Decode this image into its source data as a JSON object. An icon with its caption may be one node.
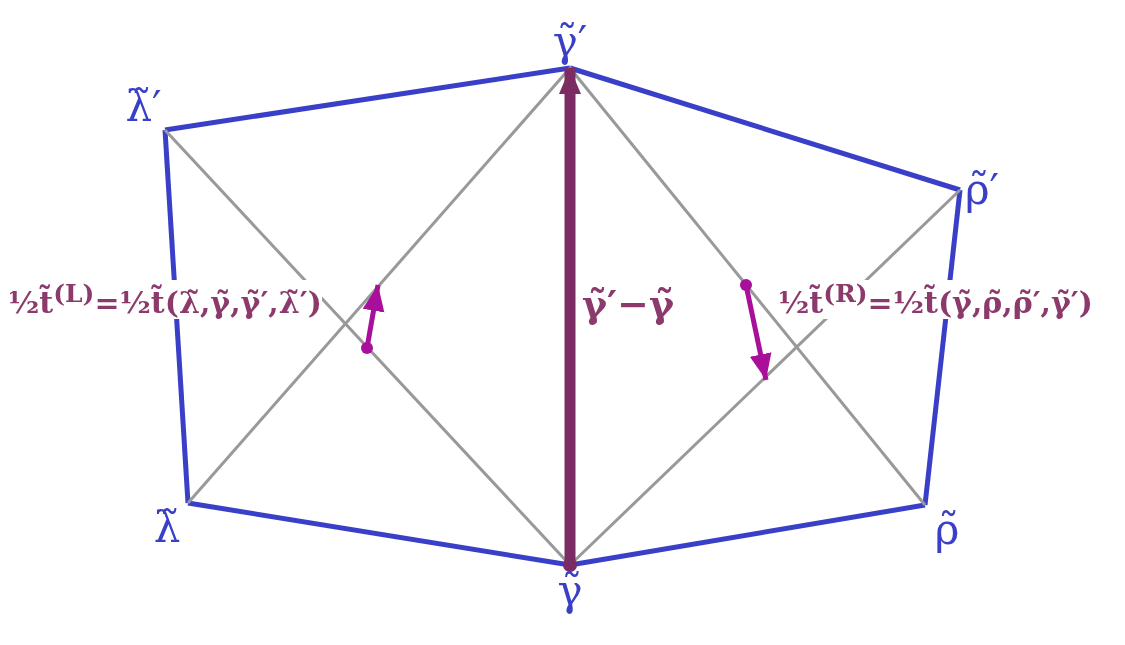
{
  "diagram": {
    "nodes": [
      {
        "text": [
          "λ̃′"
        ]
      },
      {
        "text": [
          "γ̃′"
        ]
      },
      {
        "text": [
          "ρ̃′"
        ]
      },
      {
        "text": [
          "ρ̃"
        ]
      },
      {
        "text": [
          "γ̃"
        ]
      },
      {
        "text": [
          "λ̃"
        ]
      }
    ],
    "edges": [
      {
        "from": 0,
        "to": 1,
        "arrow": "none"
      },
      {
        "from": 1,
        "to": 2,
        "arrow": "none"
      },
      {
        "from": 2,
        "to": 3,
        "arrow": "none"
      },
      {
        "from": 3,
        "to": 4,
        "arrow": "none"
      },
      {
        "from": 4,
        "to": 5,
        "arrow": "none"
      },
      {
        "from": 5,
        "to": 0,
        "arrow": "none"
      },
      {
        "from": 0,
        "to": 4,
        "arrow": "none",
        "color": "#999999"
      },
      {
        "from": 5,
        "to": 1,
        "arrow": "none",
        "color": "#999999"
      },
      {
        "from": 1,
        "to": 3,
        "arrow": "none",
        "color": "#999999"
      },
      {
        "from": 4,
        "to": 2,
        "arrow": "none",
        "color": "#999999"
      },
      {
        "from": 4,
        "to": 1,
        "arrow": "to",
        "label": "γ̃′−γ̃",
        "style": "thick",
        "color": "#7b2d63"
      }
    ],
    "labels": [
      "½t̃$^{(L)}$=½t̃(λ̃,γ̃,γ̃′,λ̃′)",
      "½t̃$^{(R)}$=½t̃(γ̃,ρ̃,ρ̃′,γ̃′)"
    ]
  }
}
